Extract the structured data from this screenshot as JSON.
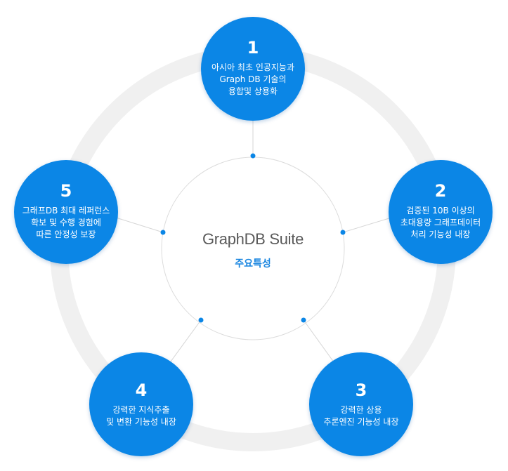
{
  "center": {
    "logo_main": "GraphDB Suite",
    "subtitle": "주요특성"
  },
  "nodes": [
    {
      "number": "1",
      "text": "아시아 최초 인공지능과\nGraph DB 기술의\n융합및 상용화"
    },
    {
      "number": "2",
      "text": "검증된 10B 이상의\n초대용량 그래프데이터\n처리 기능성 내장"
    },
    {
      "number": "3",
      "text": "강력한 상용\n추론엔진 기능성 내장"
    },
    {
      "number": "4",
      "text": "강력한 지식추출\n및 변환 기능성 내장"
    },
    {
      "number": "5",
      "text": "그래프DB 최대 레퍼런스\n확보 및 수행 경험에\n따른 안정성 보장"
    }
  ],
  "colors": {
    "node_fill": "#0b86e6",
    "ring": "#f0f0f0",
    "connector": "#d9d9d9",
    "accent_dot": "#0b86e6"
  }
}
